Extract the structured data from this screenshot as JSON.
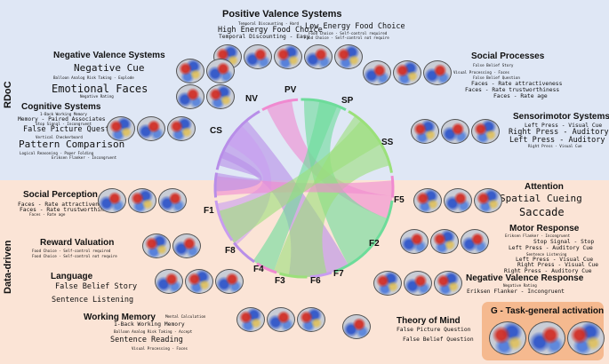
{
  "side_labels": {
    "top": "RDoC",
    "bottom": "Data-driven"
  },
  "positive_valence": {
    "title": "Positive Valence Systems",
    "lines": [
      "Temporal Discounting - Hard",
      "High Energy Food Choice",
      "Temporal Discounting - Easy"
    ],
    "right_lines": [
      "Low Energy Food Choice",
      "Food Choice - Self-control required",
      "Food Choice - Self-control not require"
    ]
  },
  "negative_valence": {
    "title": "Negative Valence Systems",
    "cue": "Negative Cue",
    "balloon": "Balloon Analog Risk Taking - Explode",
    "faces": "Emotional Faces",
    "rating": "Negative Rating"
  },
  "cognitive": {
    "title": "Cognitive Systems",
    "lines": [
      "1-Back Working Memory",
      "Memory - Paired Associates",
      "Stop Signal - Incongruent"
    ],
    "fps": "False Picture Question",
    "checker": "Vertical Checkerboard",
    "pattern": "Pattern Comparison",
    "tail": [
      "Logical Reasoning - Paper Folding",
      "Eriksen Flanker - Incongruent"
    ]
  },
  "social_processes": {
    "title": "Social Processes",
    "lines": [
      "False Belief Story",
      "Visual Processing - Faces",
      "False Belief Question"
    ],
    "lower": [
      "Faces - Rate attractiveness",
      "Faces - Rate trustworthiness",
      "Faces - Rate age"
    ]
  },
  "sensorimotor": {
    "title": "Sensorimotor Systems",
    "lines": [
      "Left Press - Visual Cue",
      "Right Press - Auditory Cue",
      "Left Press - Auditory Cue",
      "Right Press - Visual Cue"
    ]
  },
  "social_perception": {
    "title": "Social Perception",
    "lines": [
      "Faces - Rate attractiveness",
      "Faces - Rate trustworthiness",
      "Faces - Rate age"
    ]
  },
  "reward": {
    "title": "Reward Valuation",
    "lines": [
      "Food Choice - Self-control required",
      "Food Choice - Self-control not require"
    ]
  },
  "language": {
    "title": "Language",
    "lines": [
      "False Belief Story",
      "Sentence Listening"
    ]
  },
  "working_memory": {
    "title": "Working Memory",
    "lines": [
      "Mental Calculation",
      "1-Back Working Memory",
      "Balloon Analog Risk Taking - Accept",
      "Sentence Reading",
      "Visual Processing - Faces"
    ]
  },
  "theory_of_mind": {
    "title": "Theory of Mind",
    "lines": [
      "False Picture Question",
      "False Belief Question"
    ]
  },
  "attention": {
    "title": "Attention",
    "lines": [
      "Spatial Cueing",
      "Saccade"
    ]
  },
  "motor": {
    "title": "Motor Response",
    "lines": [
      "Eriksen Flanker - Incongruent",
      "Stop Signal - Stop",
      "Left Press - Auditory Cue",
      "Sentence Listening",
      "Left Press - Visual Cue",
      "Right Press - Visual Cue",
      "Right Press - Auditory Cue"
    ]
  },
  "negative_response": {
    "title": "Negative Valence Response",
    "lines": [
      "Negative Rating",
      "Eriksen Flanker - Incongruent"
    ]
  },
  "task_general": {
    "title": "G - Task-general activation"
  },
  "chord_labels": {
    "top": [
      "NV",
      "PV",
      "SP",
      "CS",
      "SS"
    ],
    "bottom": [
      "F1",
      "F2",
      "F3",
      "F4",
      "F5",
      "F6",
      "F7",
      "F8"
    ]
  },
  "colors": {
    "top_panel": "#dfe7f5",
    "bottom_panel": "#fbe4d6",
    "task_general_box": "#f5b98f",
    "ribbons": [
      "#b88ee8",
      "#6ddc9a",
      "#f08ad0",
      "#9be07a",
      "#c89cf0"
    ]
  }
}
